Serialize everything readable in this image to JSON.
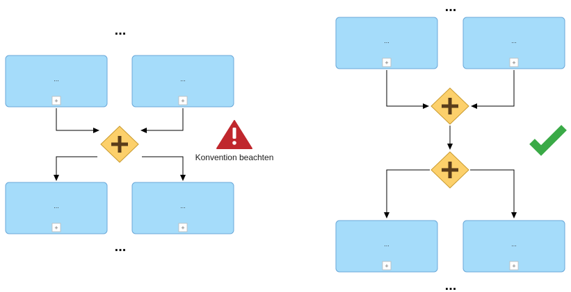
{
  "left_diagram": {
    "tasks": [
      {
        "label": "...",
        "marker": "+"
      },
      {
        "label": "...",
        "marker": "+"
      },
      {
        "label": "...",
        "marker": "+"
      },
      {
        "label": "...",
        "marker": "+"
      }
    ],
    "gateway": {
      "type": "parallel",
      "icon": "plus-icon"
    },
    "ellipsis_top": "...",
    "ellipsis_bottom": "...",
    "warning": {
      "icon": "warning-icon",
      "text": "Konvention beachten",
      "color": "#c0272d"
    }
  },
  "right_diagram": {
    "tasks": [
      {
        "label": "...",
        "marker": "+"
      },
      {
        "label": "...",
        "marker": "+"
      },
      {
        "label": "...",
        "marker": "+"
      },
      {
        "label": "...",
        "marker": "+"
      }
    ],
    "gateways": [
      {
        "type": "parallel",
        "icon": "plus-icon"
      },
      {
        "type": "parallel",
        "icon": "plus-icon"
      }
    ],
    "ellipsis_top": "...",
    "ellipsis_bottom": "...",
    "checkmark": {
      "icon": "checkmark-icon",
      "color": "#3aaa47"
    }
  },
  "colors": {
    "task_fill": "#a5dcfa",
    "task_stroke": "#6aa7d8",
    "gateway_fill": "#fcd06b",
    "gateway_stroke": "#c99a2e",
    "gateway_plus": "#5a3d1a"
  }
}
